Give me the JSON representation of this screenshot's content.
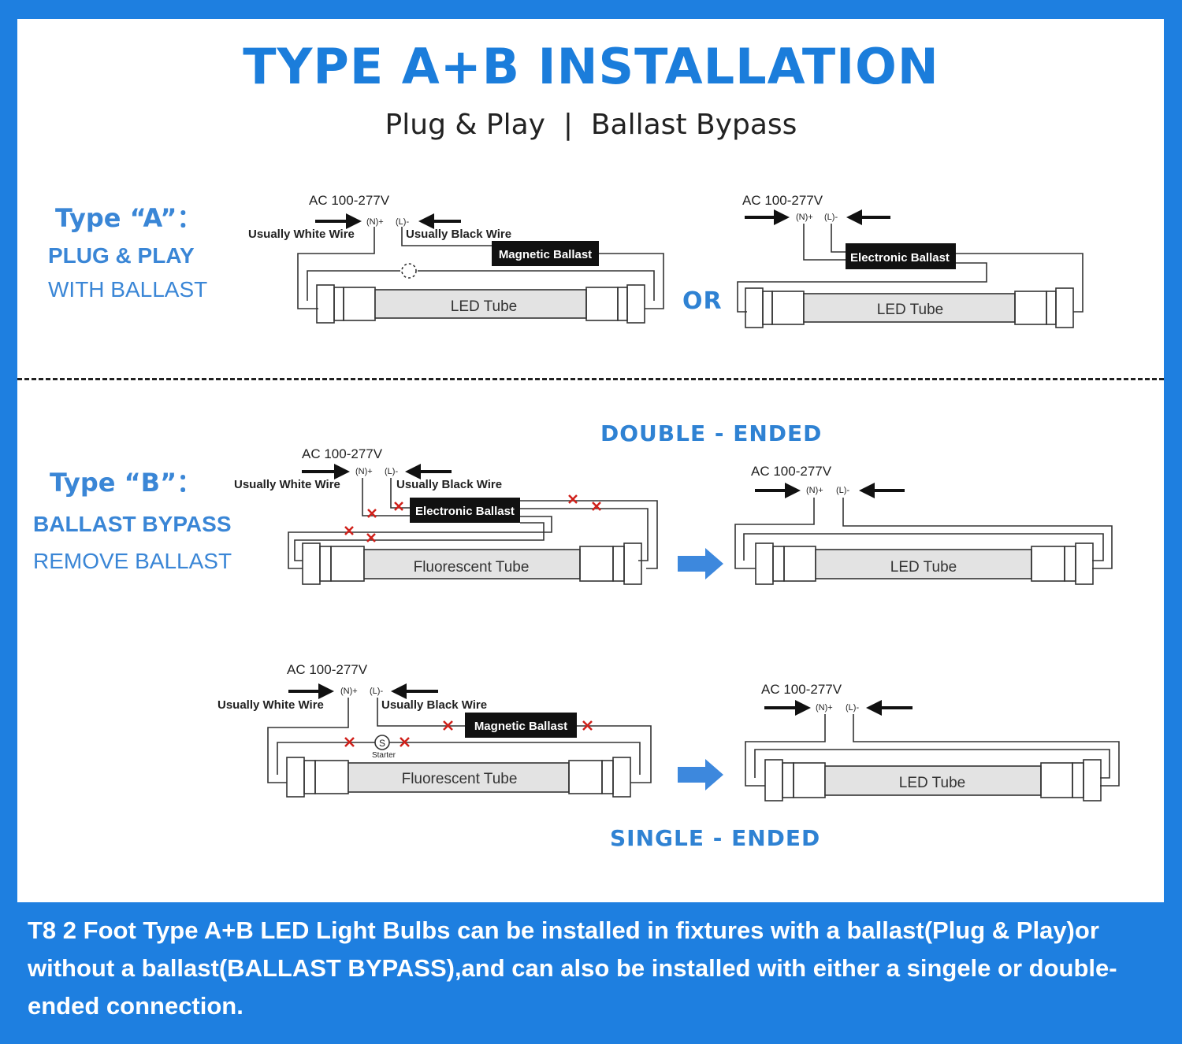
{
  "title": "TYPE A+B INSTALLATION",
  "subtitle": "Plug & Play  |  Ballast Bypass",
  "type_a": {
    "heading": "Type “A”：",
    "line1": "PLUG & PLAY",
    "line2": "WITH BALLAST",
    "or_label": "OR"
  },
  "type_b": {
    "heading": "Type “B”：",
    "line1": "BALLAST BYPASS",
    "line2": "REMOVE  BALLAST"
  },
  "double_ended_label": "DOUBLE - ENDED",
  "single_ended_label": "SINGLE - ENDED",
  "diagram_text": {
    "ac": "AC 100-277V",
    "neutral": "(N)+",
    "live": "(L)-",
    "white_wire": "Usually White Wire",
    "black_wire": "Usually Black Wire",
    "magnetic_ballast": "Magnetic Ballast",
    "electronic_ballast": "Electronic Ballast",
    "led_tube": "LED Tube",
    "fluorescent_tube": "Fluorescent Tube",
    "starter": "Starter",
    "starter_symbol": "S"
  },
  "colors": {
    "brand_blue": "#1b7ddb",
    "background": "#1e7fe0",
    "cross_red": "#d0201a"
  },
  "footer": "T8 2 Foot Type A+B LED Light Bulbs can be installed in fixtures with a ballast(Plug & Play)or without a ballast(BALLAST BYPASS),and can also be installed with either a singele or double-ended connection."
}
